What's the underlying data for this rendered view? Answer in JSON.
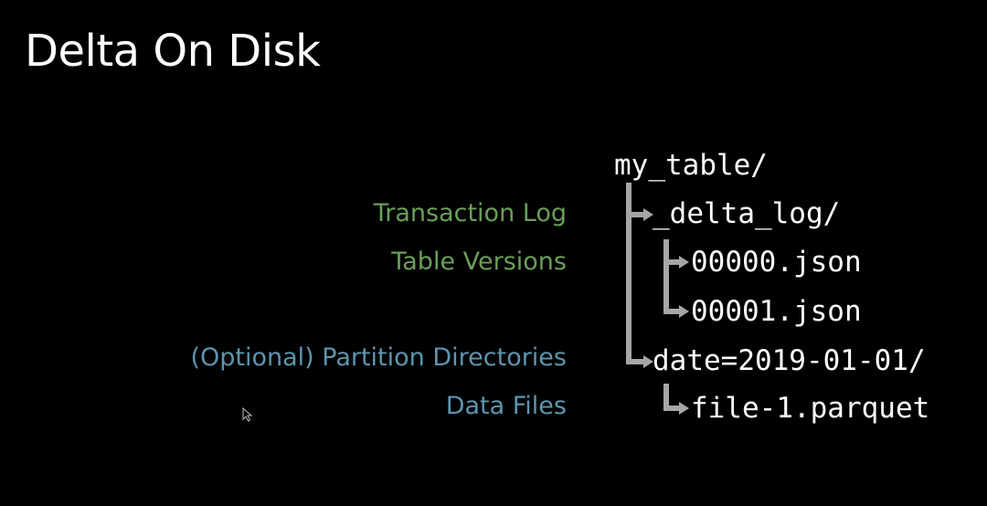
{
  "slide": {
    "title": "Delta On Disk"
  },
  "annotations": {
    "transaction_log": "Transaction Log",
    "table_versions": "Table Versions",
    "partition_directories": "(Optional) Partition Directories",
    "data_files": "Data Files"
  },
  "tree": {
    "root": "my_table/",
    "delta_log": "_delta_log/",
    "version_0": "00000.json",
    "version_1": "00001.json",
    "partition": "date=2019-01-01/",
    "data_file": "file-1.parquet"
  },
  "colors": {
    "background": "#000000",
    "title": "#ffffff",
    "green_label": "#6a9f59",
    "blue_label": "#5d95ad",
    "tree_text": "#ffffff",
    "connector": "#a6a6a6"
  },
  "icons": {
    "cursor": "mouse-pointer-icon",
    "connector": "arrow-right-icon"
  }
}
